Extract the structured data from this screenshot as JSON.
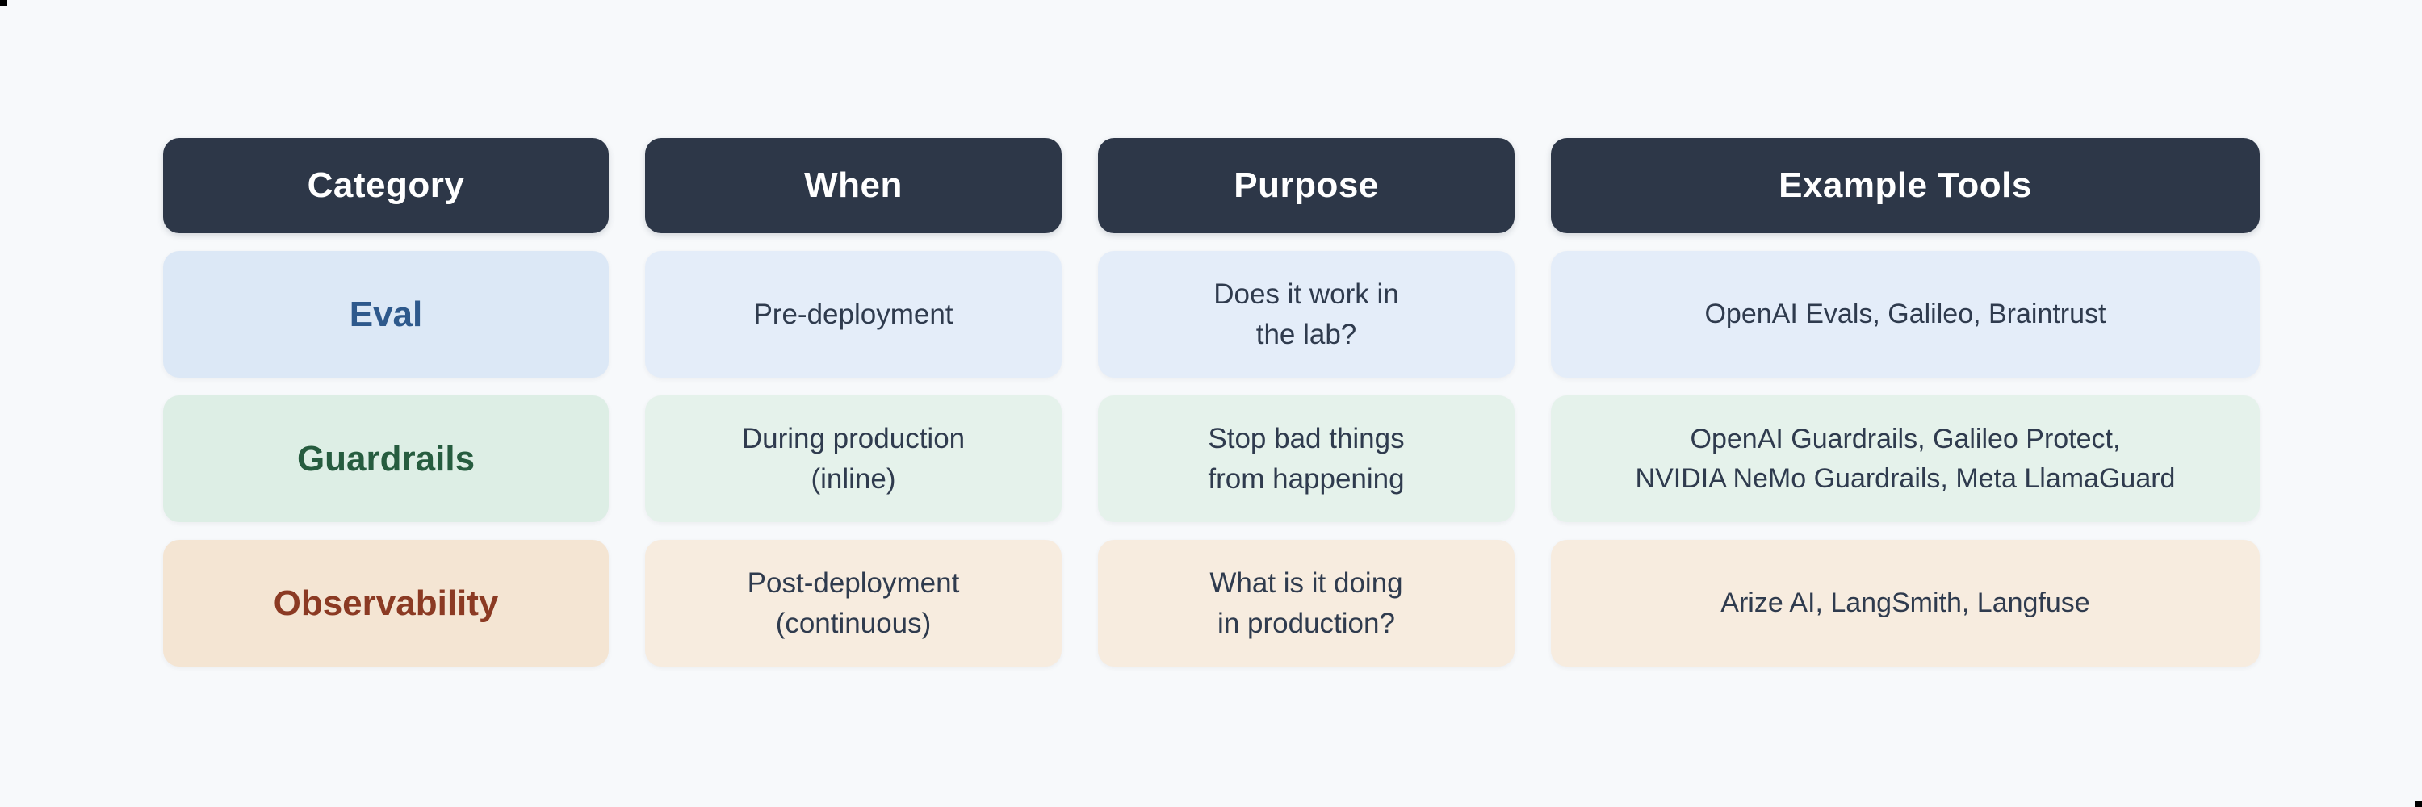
{
  "colors": {
    "page_background": "#f7f9fb",
    "header_background": "#2d3748",
    "header_text": "#ffffff",
    "body_text": "#2f3b4e",
    "eval_row": {
      "category_bg": "#dce8f6",
      "cell_bg": "#e4edf9",
      "category_text": "#2e598c"
    },
    "guardrails_row": {
      "category_bg": "#ddeee5",
      "cell_bg": "#e5f2eb",
      "category_text": "#265c3f"
    },
    "observability_row": {
      "category_bg": "#f4e5d3",
      "cell_bg": "#f7ecdf",
      "category_text": "#8b3a23"
    }
  },
  "table": {
    "headers": [
      "Category",
      "When",
      "Purpose",
      "Example Tools"
    ],
    "rows": [
      {
        "category": "Eval",
        "when": "Pre-deployment",
        "purpose": "Does it work in\nthe lab?",
        "tools": "OpenAI Evals, Galileo, Braintrust"
      },
      {
        "category": "Guardrails",
        "when": "During production\n(inline)",
        "purpose": "Stop bad things\nfrom happening",
        "tools": "OpenAI Guardrails, Galileo Protect,\nNVIDIA NeMo Guardrails, Meta LlamaGuard"
      },
      {
        "category": "Observability",
        "when": "Post-deployment\n(continuous)",
        "purpose": "What is it doing\nin production?",
        "tools": "Arize AI, LangSmith, Langfuse"
      }
    ]
  }
}
